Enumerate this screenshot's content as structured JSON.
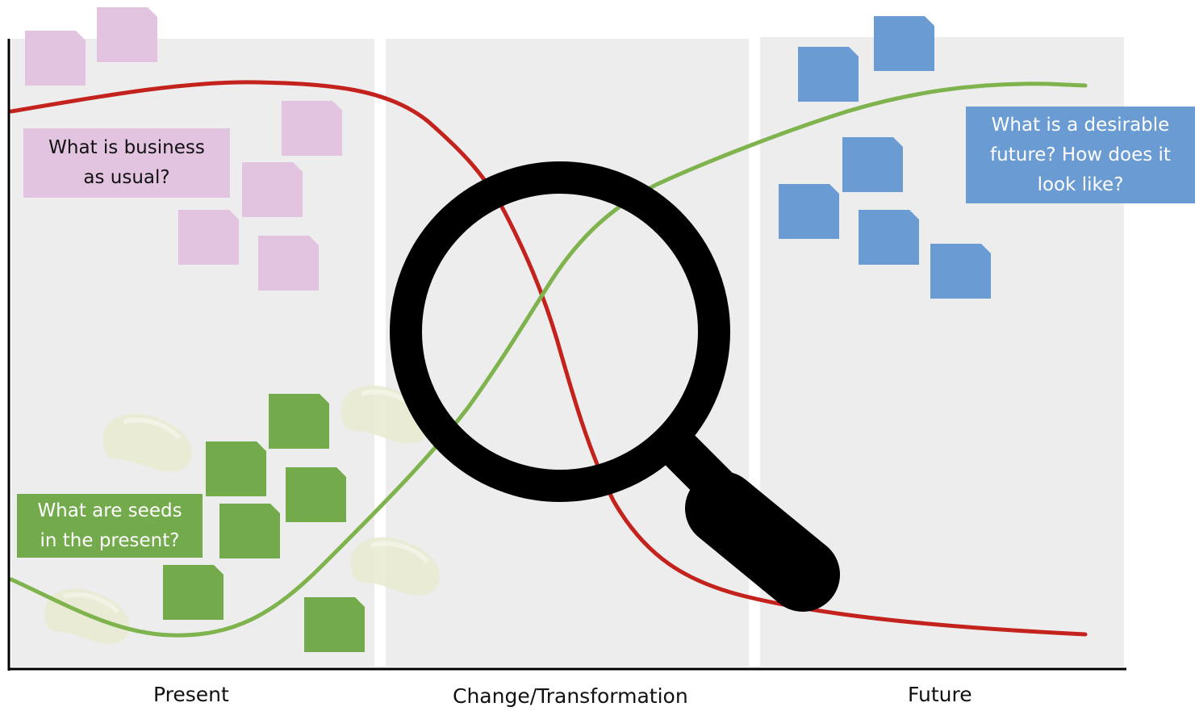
{
  "colors": {
    "panel": "#ededed",
    "axis": "#000000",
    "business_as_usual_curve": "#c4221c",
    "seeds_curve": "#7fb34d",
    "pink_note": "#e2c3e0",
    "green_note": "#72aa4c",
    "blue_note": "#6a9bd2",
    "magnifier": "#000000"
  },
  "phases": [
    {
      "label": "Present"
    },
    {
      "label": "Change/Transformation"
    },
    {
      "label": "Future"
    }
  ],
  "questions": {
    "business_as_usual": "What is business\nas usual?",
    "seeds": "What are seeds\nin the present?",
    "future": "What is a desirable\nfuture? How does it\nlook like?"
  },
  "icons": {
    "magnifier": "magnifying-glass-icon",
    "seeds": "bean-seed-icon",
    "notes": "sticky-note-icon"
  }
}
